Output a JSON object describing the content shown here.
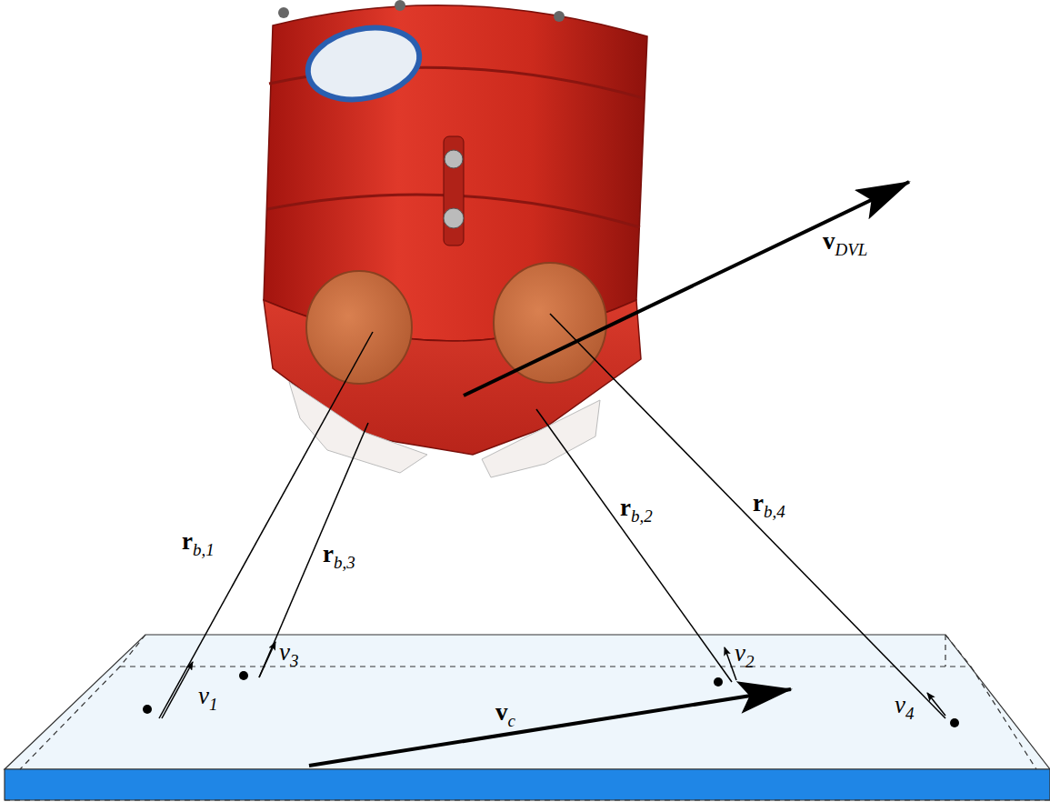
{
  "diagram": {
    "labels": [
      "vDVL",
      "rb,1",
      "rb,3",
      "rb,2",
      "rb,4",
      "v3",
      "v1",
      "v2",
      "vc",
      "v4"
    ]
  }
}
